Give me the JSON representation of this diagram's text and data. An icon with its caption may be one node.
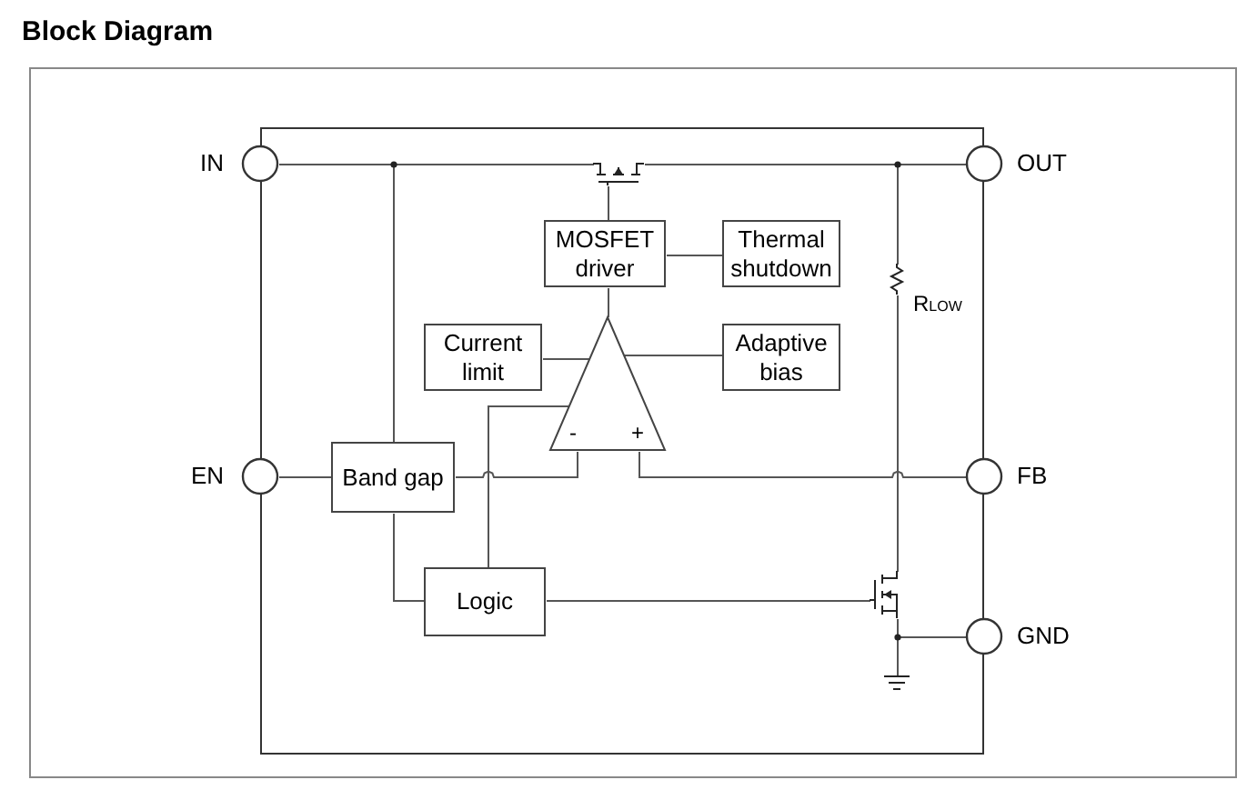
{
  "diagram": {
    "title": "Block Diagram",
    "nodes": [
      {
        "text": [],
        "shape": "box"
      },
      {
        "text": [
          "IN"
        ]
      },
      {
        "text": [
          "OUT"
        ]
      },
      {
        "text": [
          "EN"
        ]
      },
      {
        "text": [
          "FB"
        ]
      },
      {
        "text": [
          "GND"
        ]
      },
      {
        "text": [
          "MOSFET driver"
        ],
        "in": 0
      },
      {
        "text": [
          "Thermal shutdown"
        ],
        "in": 0
      },
      {
        "text": [
          "Current limit"
        ],
        "in": 0
      },
      {
        "text": [
          "Adaptive bias"
        ],
        "in": 0
      },
      {
        "text": [
          "-",
          "+"
        ],
        "in": 0
      },
      {
        "text": [
          "Band gap"
        ],
        "in": 0
      },
      {
        "text": [
          "Logic"
        ],
        "in": 0
      },
      {
        "text": [],
        "shape": "transistor",
        "in": 0
      },
      {
        "text": [],
        "shape": "resistor",
        "beside": [
          "R$_{LOW}$"
        ],
        "in": 0
      },
      {
        "text": [],
        "shape": "transistor",
        "in": 0
      },
      {
        "text": [],
        "shape": "ground",
        "in": 0
      }
    ],
    "edges": [
      {
        "from": 1,
        "to": 13,
        "arrow": "none"
      },
      {
        "from": 1,
        "to": 11,
        "arrow": "none"
      },
      {
        "from": 13,
        "to": 2,
        "arrow": "none"
      },
      {
        "from": 2,
        "to": 14,
        "arrow": "none"
      },
      {
        "from": 14,
        "to": 15,
        "arrow": "none"
      },
      {
        "from": 6,
        "to": 13,
        "arrow": "none"
      },
      {
        "from": 6,
        "to": 7,
        "arrow": "none"
      },
      {
        "from": 10,
        "to": 6,
        "arrow": "none"
      },
      {
        "from": 8,
        "to": 10,
        "arrow": "none"
      },
      {
        "from": 10,
        "to": 9,
        "arrow": "none"
      },
      {
        "from": 11,
        "to": 10,
        "arrow": "none"
      },
      {
        "from": 10,
        "to": 12,
        "arrow": "none"
      },
      {
        "from": 10,
        "to": 4,
        "arrow": "none"
      },
      {
        "from": 3,
        "to": 11,
        "arrow": "none"
      },
      {
        "from": 11,
        "to": 12,
        "arrow": "none"
      },
      {
        "from": 12,
        "to": 15,
        "arrow": "none"
      },
      {
        "from": 15,
        "to": 5,
        "arrow": "none"
      },
      {
        "from": 15,
        "to": 16,
        "arrow": "none"
      }
    ]
  }
}
